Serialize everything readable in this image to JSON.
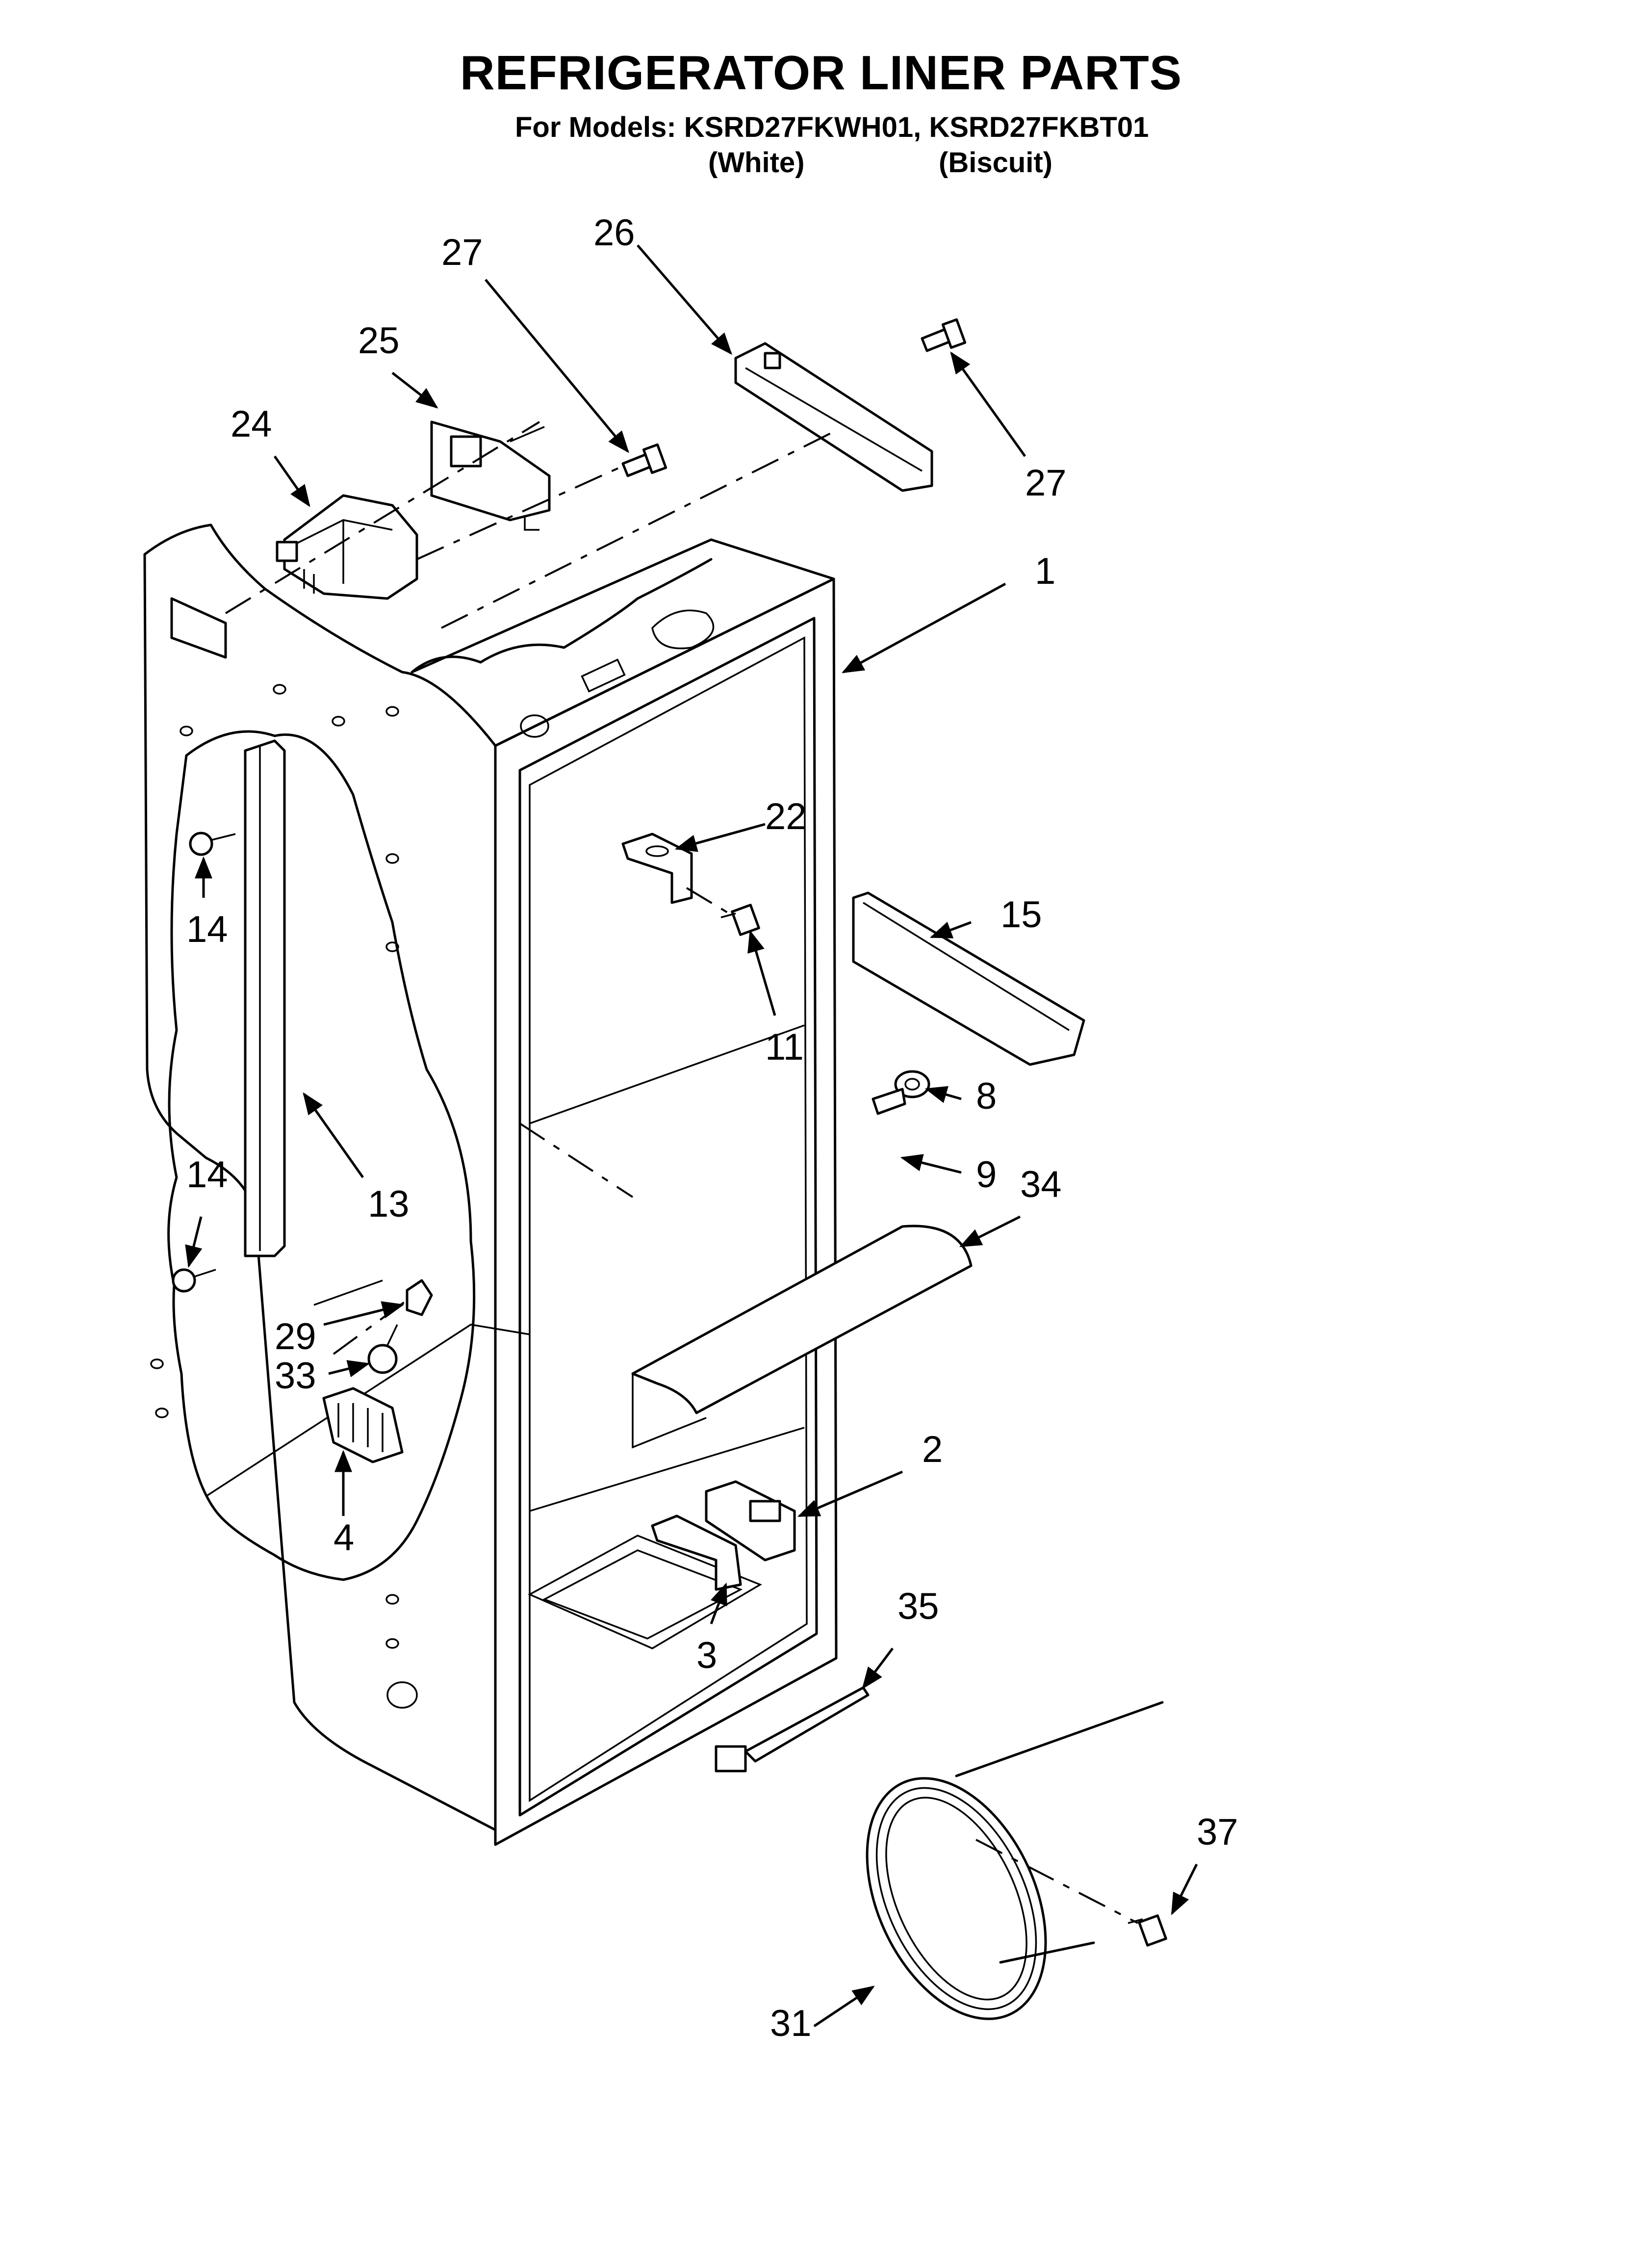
{
  "header": {
    "title": "REFRIGERATOR LINER PARTS",
    "models": "For Models: KSRD27FKWH01, KSRD27FKBT01",
    "variant_white": "(White)",
    "variant_biscuit": "(Biscuit)"
  },
  "callouts": {
    "c1": "1",
    "c2": "2",
    "c3": "3",
    "c4": "4",
    "c8": "8",
    "c9": "9",
    "c11": "11",
    "c13": "13",
    "c14a": "14",
    "c14b": "14",
    "c15": "15",
    "c22": "22",
    "c24": "24",
    "c25": "25",
    "c26": "26",
    "c27a": "27",
    "c27b": "27",
    "c29": "29",
    "c31": "31",
    "c33": "33",
    "c34": "34",
    "c35": "35",
    "c37": "37"
  }
}
